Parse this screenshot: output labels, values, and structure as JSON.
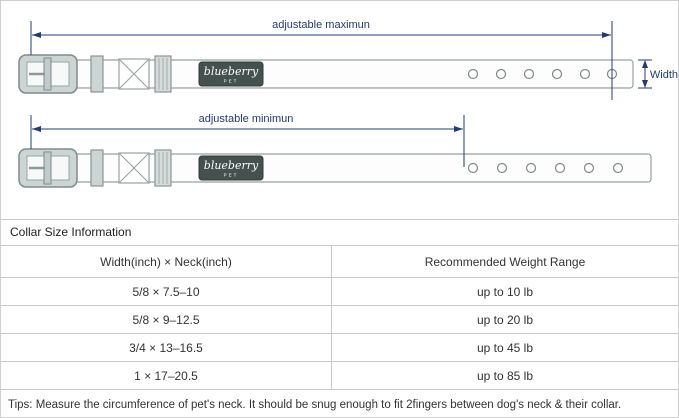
{
  "diagram": {
    "max_label": "adjustable maximun",
    "min_label": "adjustable minimun",
    "width_label": "Width",
    "brand": "blueberry",
    "brand_sub": "PET",
    "accent_color": "#1f3c75"
  },
  "table": {
    "title": "Collar Size Information",
    "columns": [
      "Width(inch)  ×  Neck(inch)",
      "Recommended Weight Range"
    ],
    "rows": [
      {
        "size": "5/8 × 7.5–10",
        "weight": "up to 10 lb"
      },
      {
        "size": "5/8 × 9–12.5",
        "weight": "up to 20 lb"
      },
      {
        "size": "3/4 × 13–16.5",
        "weight": "up to 45 lb"
      },
      {
        "size": "1 × 17–20.5",
        "weight": "up to 85 lb"
      }
    ],
    "tips": "Tips: Measure the circumference of pet's neck. It should be snug enough to fit 2fingers between dog's neck & their collar."
  }
}
